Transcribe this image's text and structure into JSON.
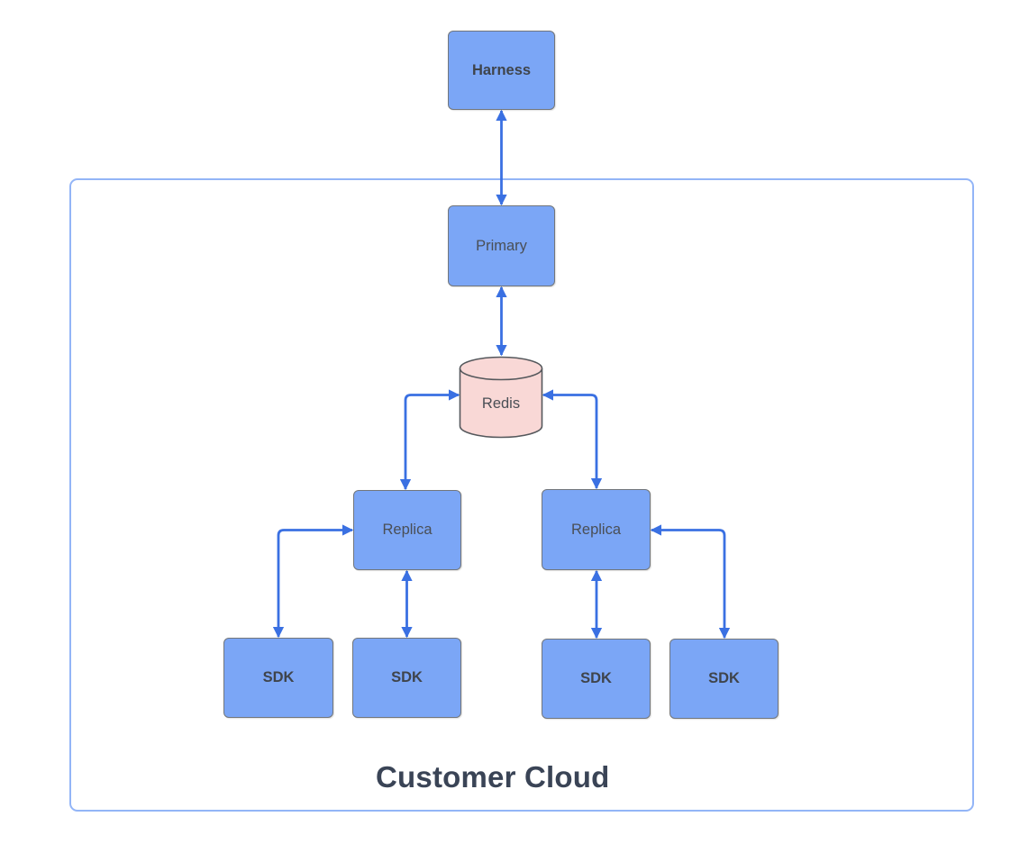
{
  "diagram": {
    "container_title": "Customer Cloud",
    "nodes": {
      "harness": {
        "label": "Harness",
        "shape": "rectangle",
        "inside_container": false
      },
      "primary": {
        "label": "Primary",
        "shape": "rectangle",
        "inside_container": true
      },
      "redis": {
        "label": "Redis",
        "shape": "cylinder",
        "inside_container": true
      },
      "replica_left": {
        "label": "Replica",
        "shape": "rectangle",
        "inside_container": true
      },
      "replica_right": {
        "label": "Replica",
        "shape": "rectangle",
        "inside_container": true
      },
      "sdk_1": {
        "label": "SDK",
        "shape": "rectangle",
        "inside_container": true
      },
      "sdk_2": {
        "label": "SDK",
        "shape": "rectangle",
        "inside_container": true
      },
      "sdk_3": {
        "label": "SDK",
        "shape": "rectangle",
        "inside_container": true
      },
      "sdk_4": {
        "label": "SDK",
        "shape": "rectangle",
        "inside_container": true
      }
    },
    "connections": [
      {
        "from": "Harness",
        "to": "Primary",
        "direction": "bidirectional"
      },
      {
        "from": "Primary",
        "to": "Redis",
        "direction": "bidirectional"
      },
      {
        "from": "Redis",
        "to": "Replica (left)",
        "direction": "bidirectional"
      },
      {
        "from": "Redis",
        "to": "Replica (right)",
        "direction": "bidirectional"
      },
      {
        "from": "Replica (left)",
        "to": "SDK 1",
        "direction": "bidirectional"
      },
      {
        "from": "Replica (left)",
        "to": "SDK 2",
        "direction": "bidirectional"
      },
      {
        "from": "Replica (right)",
        "to": "SDK 3",
        "direction": "bidirectional"
      },
      {
        "from": "Replica (right)",
        "to": "SDK 4",
        "direction": "bidirectional"
      }
    ],
    "colors": {
      "node_fill": "#7BA6F6",
      "node_border": "#72767B",
      "database_fill": "#F9D8D6",
      "database_border": "#55585C",
      "arrow": "#3A70E2",
      "container_border": "#93B5F7",
      "node_label_text": "#4A4F56",
      "title_text": "#3A4456",
      "background": "#FFFFFF"
    }
  }
}
